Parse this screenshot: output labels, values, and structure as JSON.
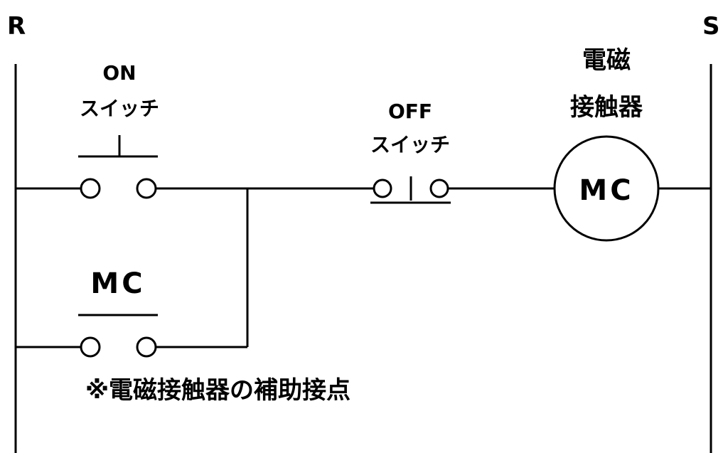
{
  "rails": {
    "left_label": "R",
    "right_label": "S"
  },
  "on_switch": {
    "label_line1": "ON",
    "label_line2": "スイッチ"
  },
  "off_switch": {
    "label_line1": "OFF",
    "label_line2": "スイッチ"
  },
  "contactor": {
    "title_line1": "電磁",
    "title_line2": "接触器",
    "coil_label": "MC"
  },
  "aux_contact": {
    "label": "MC",
    "note": "※電磁接触器の補助接点"
  }
}
